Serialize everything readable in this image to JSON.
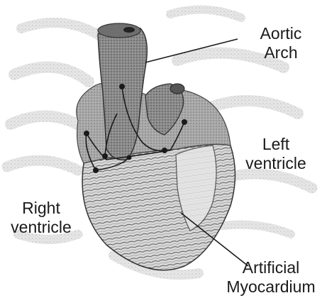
{
  "labels": {
    "aortic_arch": [
      "Aortic",
      "Arch"
    ],
    "left_ventricle": [
      "Left",
      "ventricle"
    ],
    "right_ventricle": [
      "Right",
      "ventricle"
    ],
    "artificial_myocardium": [
      "Artificial",
      "Myocardium"
    ]
  },
  "colors": {
    "background": "#ffffff",
    "ink": "#1a1a1a",
    "heart_shade": "#8f8f8f",
    "ribs": "#c8c8c8"
  }
}
